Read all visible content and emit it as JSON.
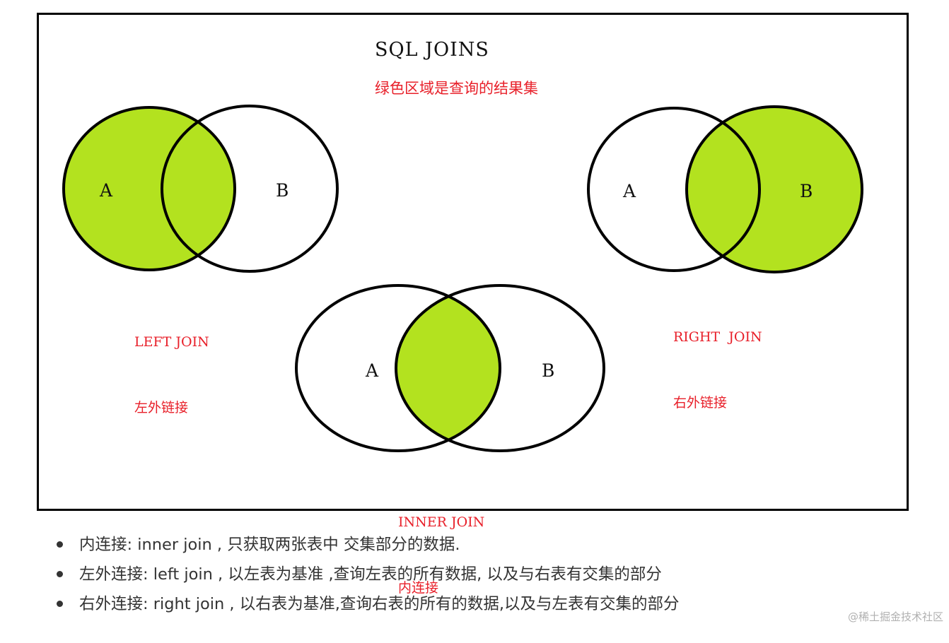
{
  "diagram": {
    "title": "SQL JOINS",
    "subtitle": "绿色区域是查询的结果集",
    "colors": {
      "highlight": "#b3e21f",
      "outline": "#000000",
      "caption": "#e8202a"
    },
    "joins": [
      {
        "id": "left",
        "set_a": "A",
        "set_b": "B",
        "label_en": "LEFT JOIN",
        "label_zh": "左外链接",
        "shaded": "all A"
      },
      {
        "id": "right",
        "set_a": "A",
        "set_b": "B",
        "label_en": "RIGHT  JOIN",
        "label_zh": "右外链接",
        "shaded": "all B"
      },
      {
        "id": "inner",
        "set_a": "A",
        "set_b": "B",
        "label_en": "INNER JOIN",
        "label_zh": "内连接",
        "shaded": "A and B"
      }
    ]
  },
  "notes": [
    "内连接: inner join , 只获取两张表中 交集部分的数据.",
    "左外连接: left join ,  以左表为基准 ,查询左表的所有数据, 以及与右表有交集的部分",
    "右外连接: right join , 以右表为基准,查询右表的所有的数据,以及与左表有交集的部分"
  ],
  "watermark": "@稀土掘金技术社区"
}
